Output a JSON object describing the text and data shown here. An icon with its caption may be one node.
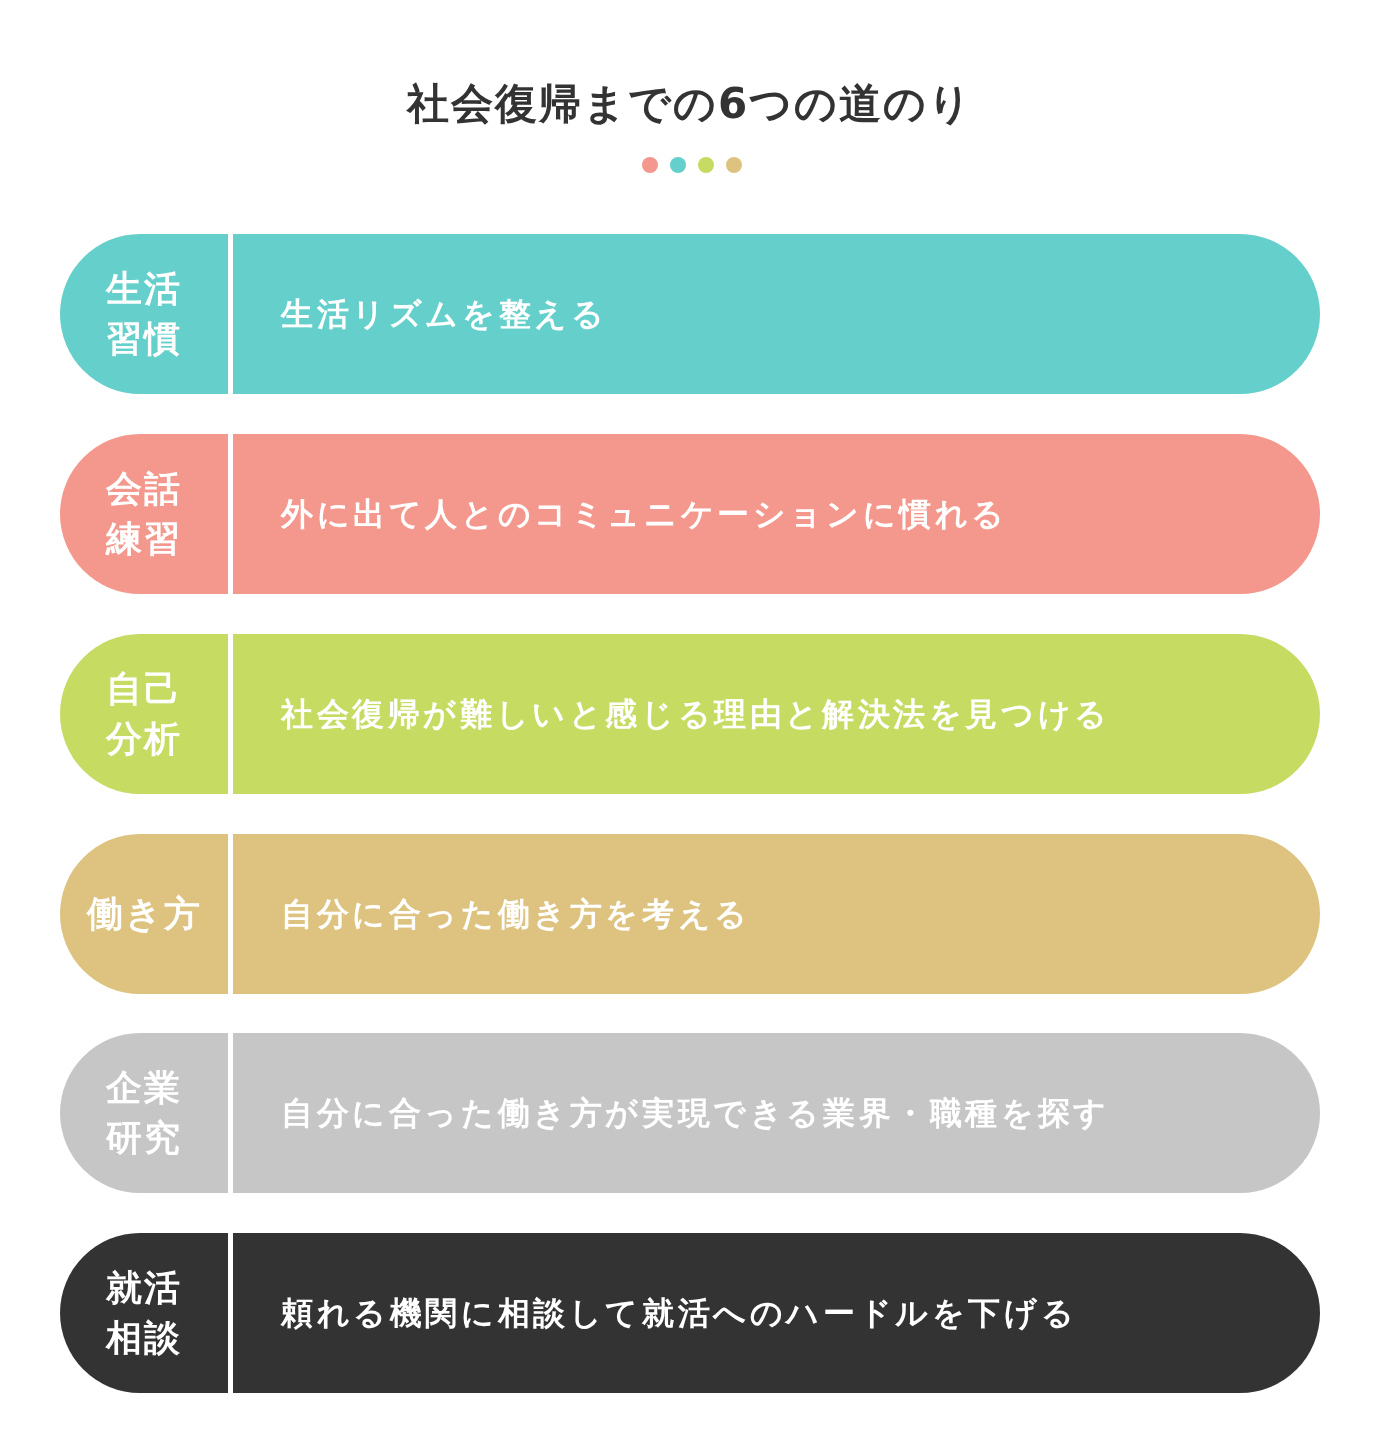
{
  "diagram": {
    "title": "社会復帰までの6つの道のり",
    "nodes": [
      {
        "text": [
          "生活習慣",
          "生活リズムを整える"
        ]
      },
      {
        "text": [
          "会話練習",
          "外に出て人とのコミュニケーションに慣れる"
        ]
      },
      {
        "text": [
          "自己分析",
          "社会復帰が難しいと感じる理由と解決法を見つける"
        ]
      },
      {
        "text": [
          "働き方",
          "自分に合った働き方を考える"
        ]
      },
      {
        "text": [
          "企業研究",
          "自分に合った働き方が実現できる業界・職種を探す"
        ]
      },
      {
        "text": [
          "就活相談",
          "頼れる機関に相談して就活へのハードルを下げる"
        ]
      }
    ]
  }
}
